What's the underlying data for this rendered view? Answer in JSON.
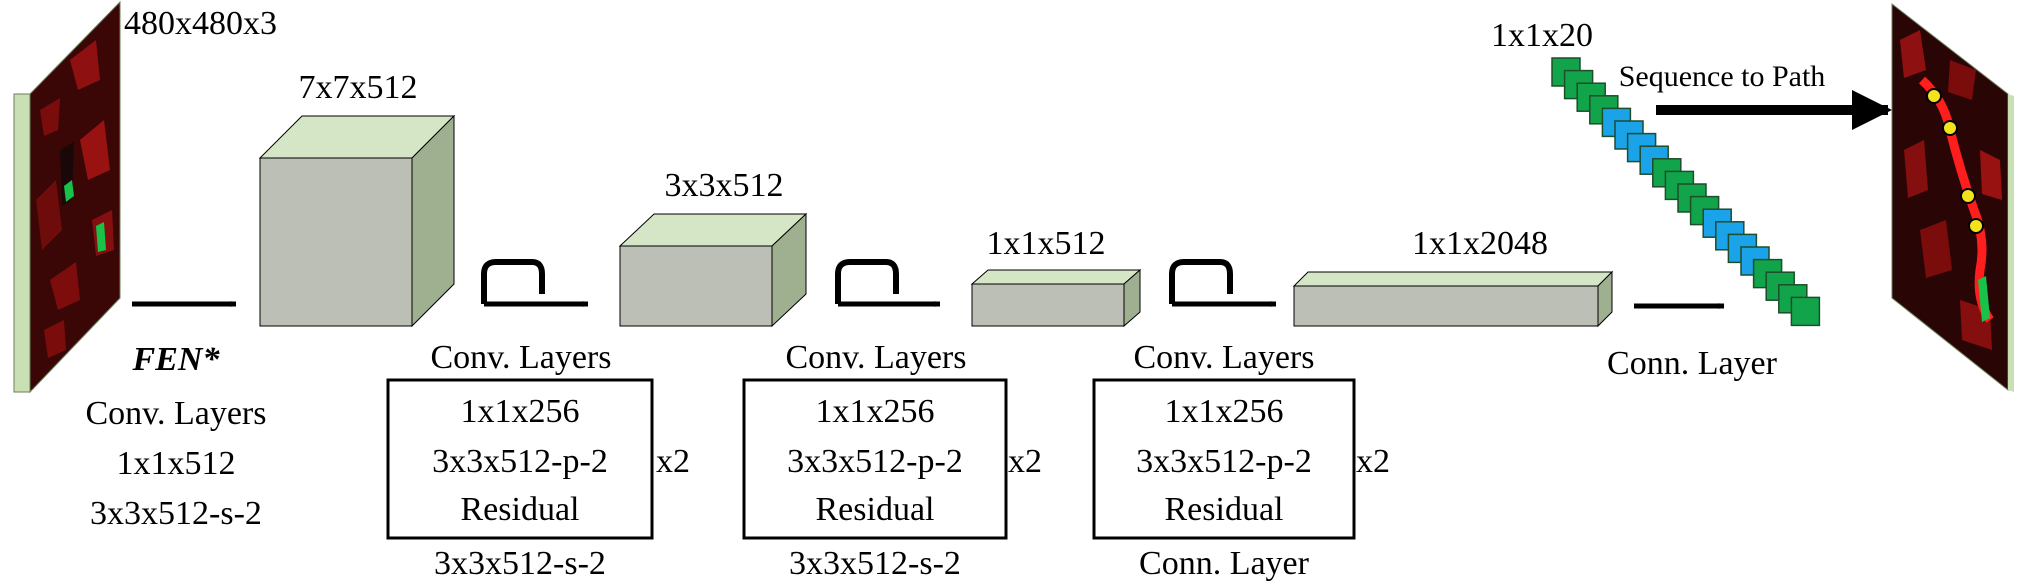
{
  "input": {
    "label": "480x480x3"
  },
  "fen": {
    "title": "FEN*",
    "lines": [
      "Conv. Layers",
      "1x1x512",
      "3x3x512-s-2"
    ]
  },
  "volumes": [
    {
      "label": "7x7x512"
    },
    {
      "label": "3x3x512"
    },
    {
      "label": "1x1x512"
    },
    {
      "label": "1x1x2048"
    }
  ],
  "blocks": [
    {
      "heading": "Conv. Layers",
      "rows": [
        "1x1x256",
        "3x3x512-p-2",
        "Residual"
      ],
      "repeat": "x2",
      "footer": "3x3x512-s-2"
    },
    {
      "heading": "Conv. Layers",
      "rows": [
        "1x1x256",
        "3x3x512-p-2",
        "Residual"
      ],
      "repeat": "x2",
      "footer": "3x3x512-s-2"
    },
    {
      "heading": "Conv. Layers",
      "rows": [
        "1x1x256",
        "3x3x512-p-2",
        "Residual"
      ],
      "repeat": "x2",
      "footer": "Conn. Layer"
    }
  ],
  "conn_layer": {
    "label": "Conn. Layer"
  },
  "sequence": {
    "label": "1x1x20",
    "count": 20
  },
  "path_arrow": {
    "label": "Sequence to Path"
  },
  "colors": {
    "cube_front": "#bcbfb6",
    "cube_top": "#d5e6c6",
    "cube_side": "#9fb091",
    "image_bg": "#3a0606",
    "image_edge": "#c8e0b4",
    "seq_green": "#12a44a",
    "seq_blue": "#1aa3e8",
    "path_red": "#ff1e1e"
  }
}
